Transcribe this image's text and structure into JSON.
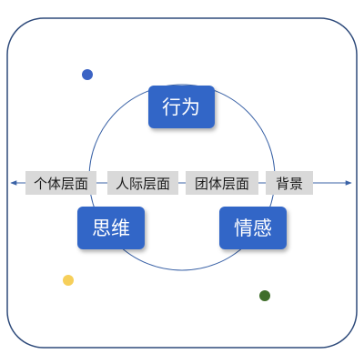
{
  "diagram": {
    "nodes": [
      {
        "id": "xingwei",
        "label": "行为"
      },
      {
        "id": "siwei",
        "label": "思维"
      },
      {
        "id": "qinggan",
        "label": "情感"
      }
    ],
    "levels": [
      {
        "id": "geti",
        "label": "个体层面"
      },
      {
        "id": "renji",
        "label": "人际层面"
      },
      {
        "id": "tuanti",
        "label": "团体层面"
      },
      {
        "id": "beijing",
        "label": "背景"
      }
    ]
  },
  "colors": {
    "frame": "#2e4a7a",
    "node_fill": "#3366c7",
    "node_text": "#ffffff",
    "circle": "#3a62a6",
    "axis": "#3a62a6",
    "level_fill": "#d9d9d9",
    "level_text": "#1a1a1a",
    "dot_blue": "#3b63c4",
    "dot_yellow": "#f6cf5a",
    "dot_green": "#3f6e2a"
  }
}
